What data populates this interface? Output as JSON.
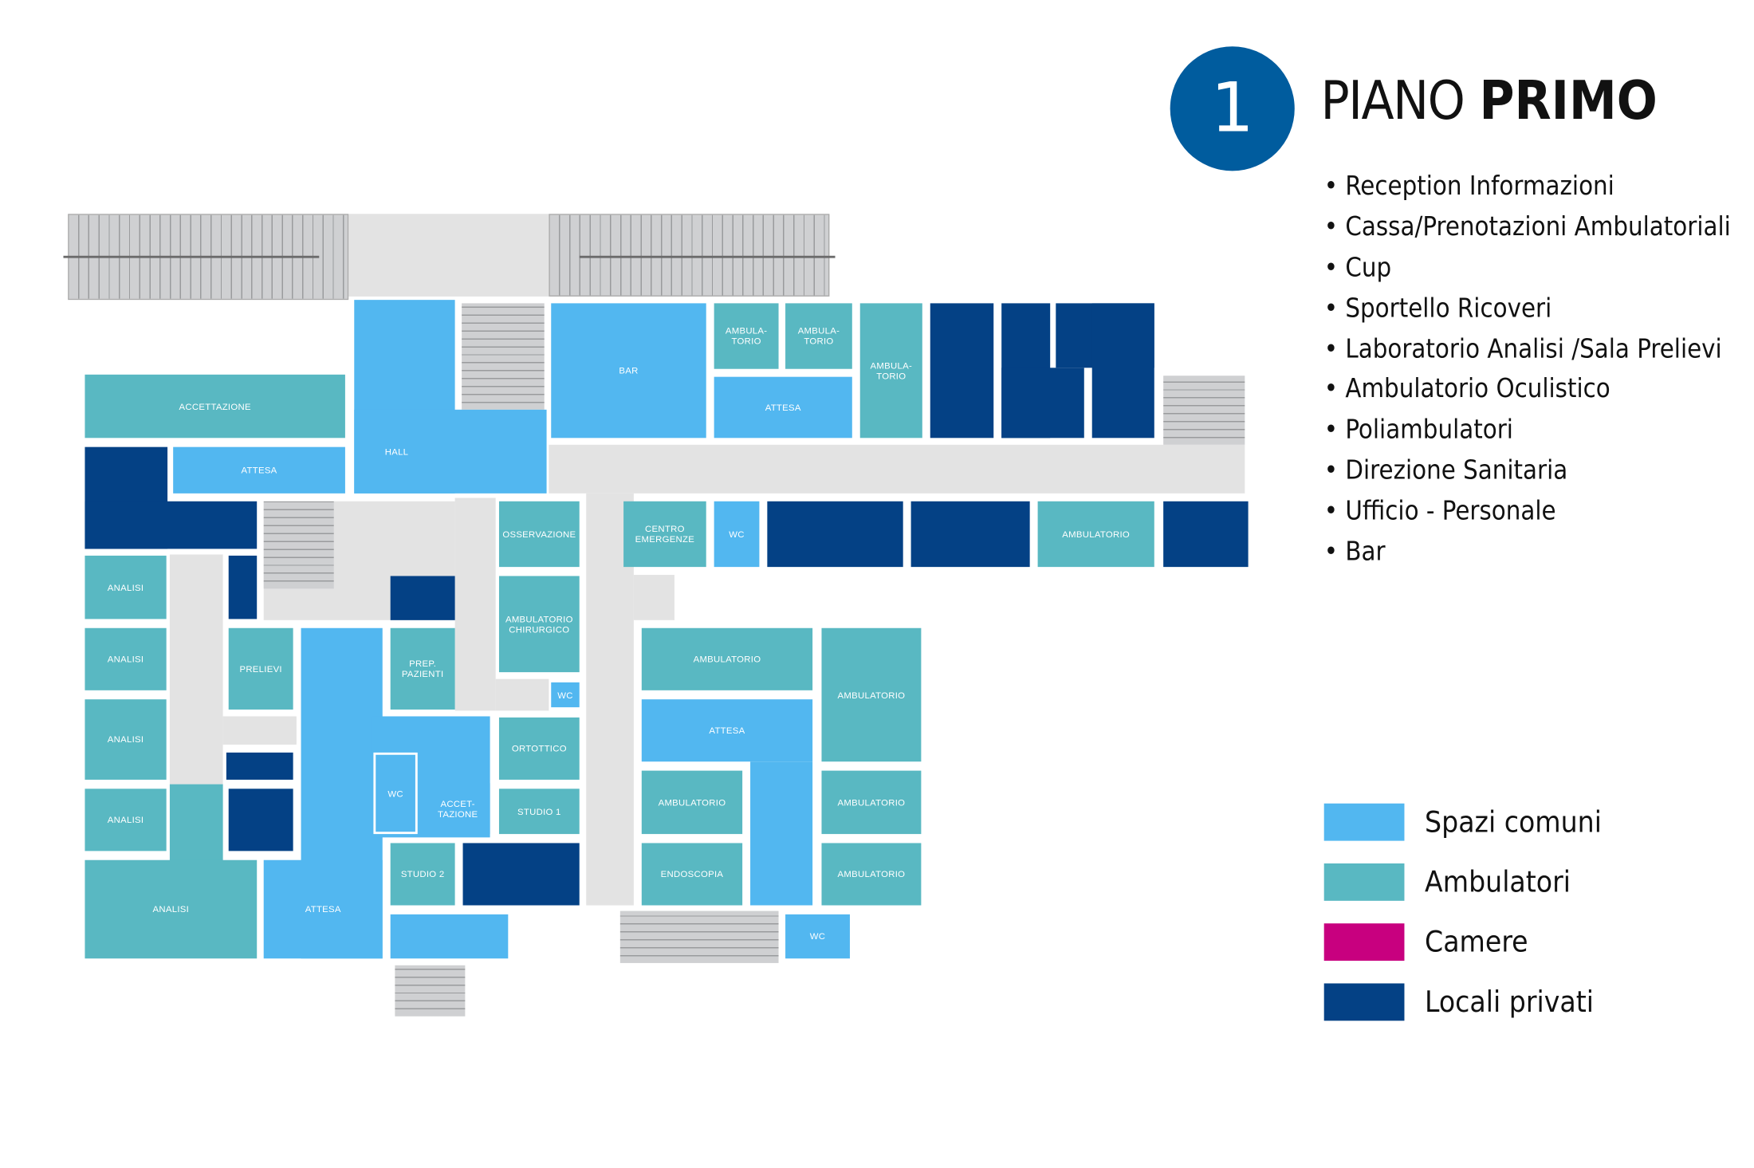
{
  "header": {
    "floor_number": "1",
    "title_light": "PIANO",
    "title_bold": "PRIMO"
  },
  "services": [
    "Reception Informazioni",
    "Cassa/Prenotazioni Ambulatoriali",
    "Cup",
    "Sportello Ricoveri",
    "Laboratorio Analisi /Sala Prelievi",
    "Ambulatorio Oculistico",
    "Poliambulatori",
    "Direzione Sanitaria",
    "Ufficio - Personale",
    "Bar"
  ],
  "legend": [
    {
      "label": "Spazi comuni",
      "color": "#52b7f0"
    },
    {
      "label": "Ambulatori",
      "color": "#59b8c2"
    },
    {
      "label": "Camere",
      "color": "#c8007f"
    },
    {
      "label": "Locali privati",
      "color": "#044185"
    }
  ],
  "rooms": {
    "accettazione": "ACCETTAZIONE",
    "hall": "HALL",
    "bar": "BAR",
    "amb1": "AMBULA-\nTORIO",
    "amb2": "AMBULA-\nTORIO",
    "amb3": "AMBULA-\nTORIO",
    "attesa_top": "ATTESA",
    "attesa_left": "ATTESA",
    "osservazione": "OSSERVAZIONE",
    "centro": "CENTRO\nEMERGENZE",
    "wc1": "WC",
    "amb_right": "AMBULATORIO",
    "analisi1": "ANALISI",
    "analisi2": "ANALISI",
    "analisi3": "ANALISI",
    "analisi4": "ANALISI",
    "analisi5": "ANALISI",
    "prelievi": "PRELIEVI",
    "attesa_big": "ATTESA",
    "prep": "PREP.\nPAZIENTI",
    "chirurgico": "AMBULATORIO\nCHIRURGICO",
    "wc2": "WC",
    "wc3": "WC",
    "accet2": "ACCET-\nTAZIONE",
    "ortottico": "ORTOTTICO",
    "studio1": "STUDIO 1",
    "studio2": "STUDIO 2",
    "amb_a": "AMBULATORIO",
    "amb_b": "AMBULATORIO",
    "attesa_mid": "ATTESA",
    "amb_c": "AMBULATORIO",
    "endoscopia": "ENDOSCOPIA",
    "amb_d": "AMBULATORIO",
    "amb_e": "AMBULATORIO",
    "wc4": "WC"
  }
}
